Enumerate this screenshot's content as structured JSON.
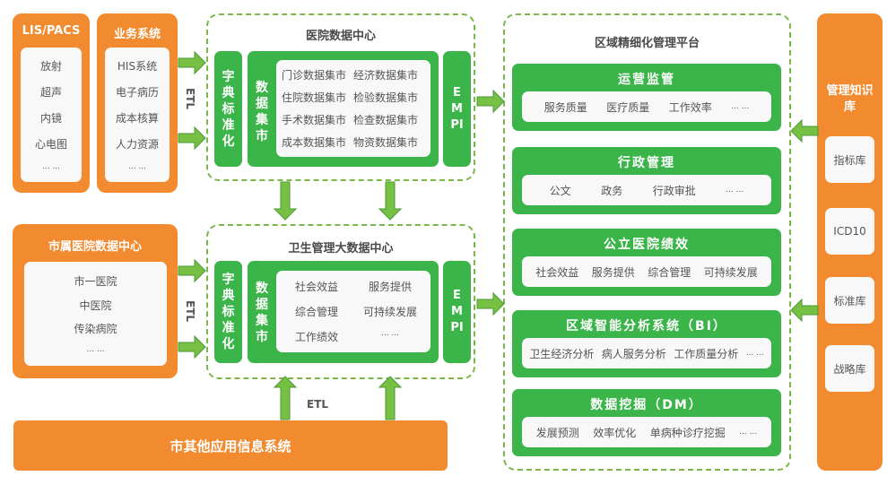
{
  "sources": {
    "lis_pacs": {
      "title": "LIS/PACS",
      "items": [
        "放射",
        "超声",
        "内镜",
        "心电图",
        "... ..."
      ]
    },
    "business": {
      "title": "业务系统",
      "items": [
        "HIS系统",
        "电子病历",
        "成本核算",
        "人力资源",
        "... ..."
      ]
    },
    "city_hospital": {
      "title": "市属医院数据中心",
      "items": [
        "市一医院",
        "中医院",
        "传染病院",
        "... ..."
      ]
    },
    "other_systems": {
      "title": "市其他应用信息系统"
    }
  },
  "etl_label": "ETL",
  "hospital_dc": {
    "title": "医院数据中心",
    "dict_label": "字典标准化",
    "mart_label": "数据集市",
    "empi_label": "EMPI",
    "marts": [
      [
        "门诊数据集市",
        "经济数据集市"
      ],
      [
        "住院数据集市",
        "检验数据集市"
      ],
      [
        "手术数据集市",
        "检查数据集市"
      ],
      [
        "成本数据集市",
        "物资数据集市"
      ]
    ]
  },
  "health_bigdata": {
    "title": "卫生管理大数据中心",
    "dict_label": "字典标准化",
    "mart_label": "数据集市",
    "empi_label": "EMPI",
    "marts": [
      [
        "社会效益",
        "服务提供"
      ],
      [
        "综合管理",
        "可持续发展"
      ],
      [
        "工作绩效",
        "... ..."
      ]
    ]
  },
  "platform": {
    "title": "区域精细化管理平台",
    "modules": [
      {
        "title": "运营监管",
        "items": [
          "服务质量",
          "医疗质量",
          "工作效率",
          "... ..."
        ]
      },
      {
        "title": "行政管理",
        "items": [
          "公文",
          "政务",
          "行政审批",
          "... ..."
        ]
      },
      {
        "title": "公立医院绩效",
        "items": [
          "社会效益",
          "服务提供",
          "综合管理",
          "可持续发展"
        ]
      },
      {
        "title": "区域智能分析系统（BI）",
        "items": [
          "卫生经济分析",
          "病人服务分析",
          "工作质量分析",
          "... ..."
        ]
      },
      {
        "title": "数据挖掘（DM）",
        "items": [
          "发展预测",
          "效率优化",
          "单病种诊疗挖掘",
          "... ..."
        ]
      }
    ]
  },
  "knowledge": {
    "title": "管理知识库",
    "items": [
      "指标库",
      "ICD10",
      "标准库",
      "战略库"
    ]
  },
  "colors": {
    "orange": "#f28a30",
    "green": "#3bb54a",
    "arrow": "#76c043",
    "dashed": "#7cb648"
  }
}
